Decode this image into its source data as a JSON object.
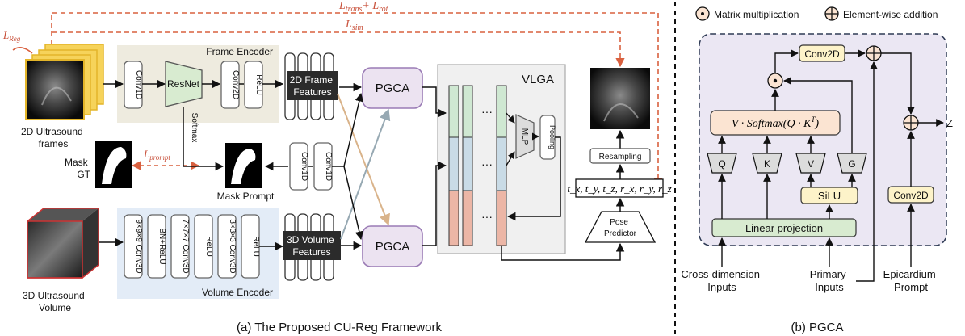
{
  "colors": {
    "encoder_bg": "#eeebdf",
    "volume_encoder_bg": "#e3ecf7",
    "pgca_fill": "#ece3f1",
    "pgca_stroke": "#9a7bb5",
    "vlga_bg": "#f0f0f0",
    "seg_green": "#cfe8d2",
    "seg_blue": "#c9dbe6",
    "seg_red": "#ecb6a6",
    "panel_b_bg": "#ebe7f3",
    "loss_red": "#d9603f",
    "arrow_tan": "#d9b38a",
    "arrow_grey": "#97a9b3",
    "yellow_box": "#fdf3c9",
    "green_box": "#d8ebd0",
    "peach_box": "#fbe4d2",
    "grey_box": "#dcdcdc"
  },
  "losses": {
    "reg": "L",
    "reg_sub": "Reg",
    "trans": "L",
    "trans_sub": "trans",
    "plus": "+ ",
    "rot": "L",
    "rot_sub": "rot",
    "sim": "L",
    "sim_sub": "sim",
    "prompt": "L",
    "prompt_sub": "prompt"
  },
  "panel_a": {
    "caption": "(a) The Proposed CU-Reg Framework",
    "frames_label": [
      "2D Ultrasound",
      "frames"
    ],
    "volume_label": [
      "3D Ultrasound",
      "Volume"
    ],
    "mask_gt_label": [
      "Mask",
      "GT"
    ],
    "frame_encoder_title": "Frame Encoder",
    "volume_encoder_title": "Volume Encoder",
    "conv1d": "Conv1D",
    "resnet": "ResNet",
    "conv2d": "Conv2D",
    "relu": "ReLU",
    "frame_features": [
      "2D Frame",
      "Features"
    ],
    "softmax": "Softmax",
    "mask_prompt": "Mask Prompt",
    "prompt_conv_a": "Conv1D",
    "prompt_conv_b": "Conv1D",
    "vol_layers": [
      "9×9×9 Conv3D",
      "BN+ReLU",
      "7×7×7 Conv3D",
      "ReLU",
      "3×3×3 Conv3D",
      "ReLU"
    ],
    "volume_features": [
      "3D Volume",
      "Features"
    ],
    "pgca": "PGCA",
    "vlga": "VLGA",
    "dots": "···",
    "mlp": "MLP",
    "pooling": "Pooling",
    "resampling": "Resampling",
    "pose_params": "t_x, t_y, t_z, r_x, r_y, r_z",
    "pose_predictor": [
      "Pose",
      "Predictor"
    ]
  },
  "panel_b": {
    "caption": "(b) PGCA",
    "legend_matmul": "Matrix multiplication",
    "legend_add": "Element-wise addition",
    "conv2d_top": "Conv2D",
    "attention": "V · Softmax(Q · K",
    "attention_sup": "T",
    "attention_close": ")",
    "q": "Q",
    "k": "K",
    "v": "V",
    "g": "G",
    "silu": "SiLU",
    "linear_projection": "Linear projection",
    "conv2d_right": "Conv2D",
    "output": "Z",
    "input_cross": [
      "Cross-dimension",
      "Inputs"
    ],
    "input_primary": [
      "Primary",
      "Inputs"
    ],
    "input_epicardium": [
      "Epicardium",
      "Prompt"
    ]
  }
}
